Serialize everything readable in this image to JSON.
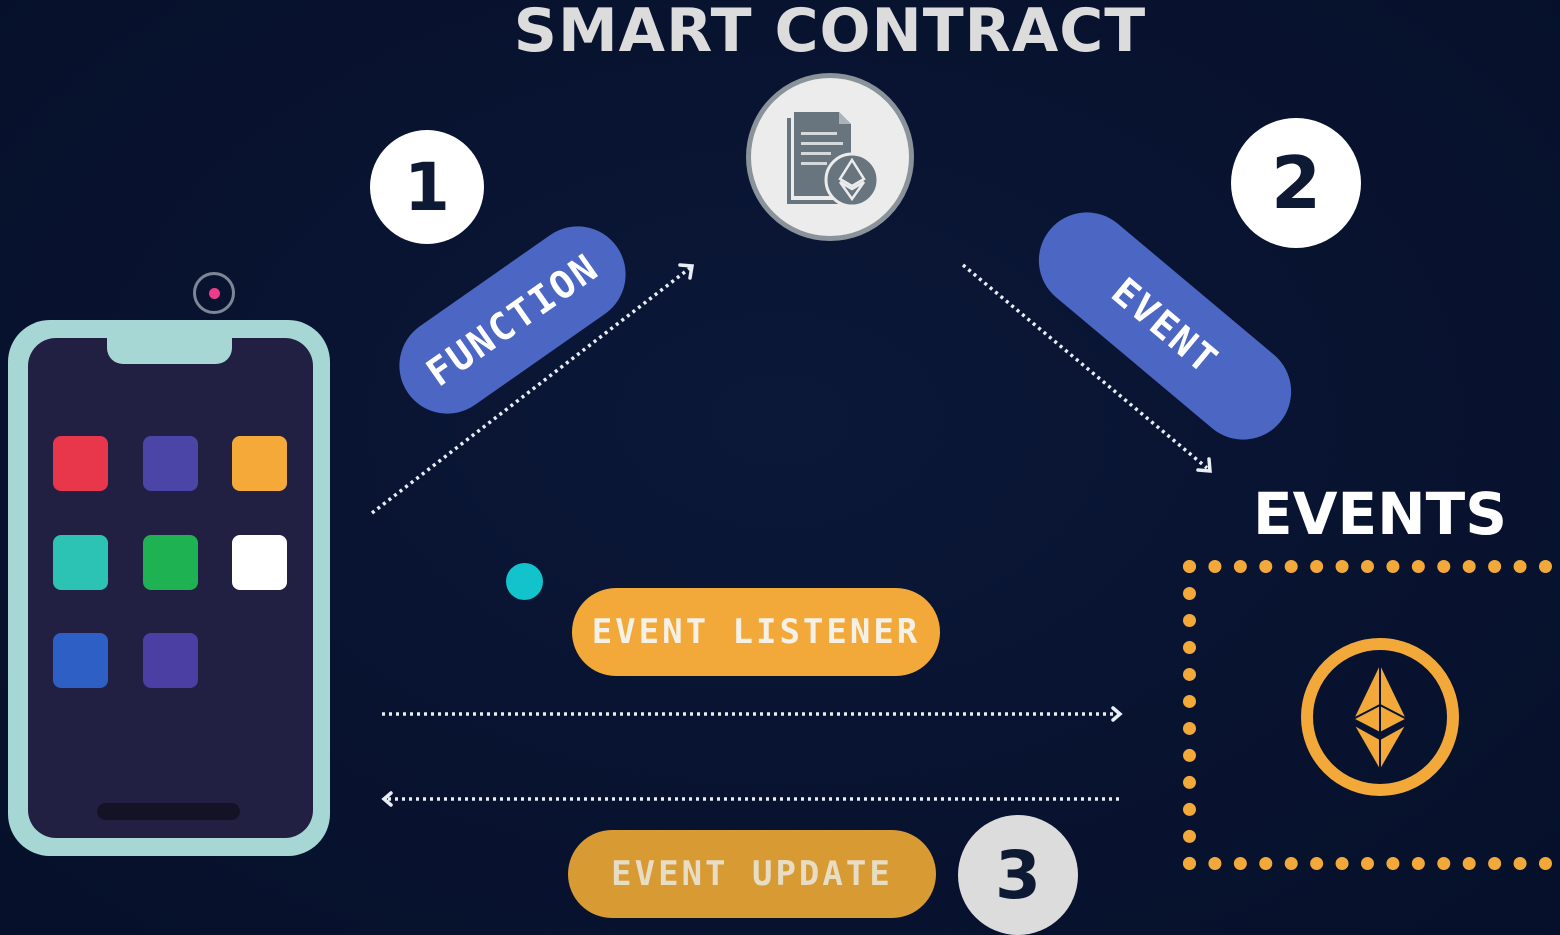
{
  "title": "SMART CONTRACT",
  "events_heading": "EVENTS",
  "steps": {
    "one": "1",
    "two": "2",
    "three": "3"
  },
  "labels": {
    "function": "FUNCTION",
    "event": "EVENT",
    "event_listener": "EVENT LISTENER",
    "event_update": "EVENT UPDATE"
  },
  "phone_apps": [
    {
      "color": "#e8364a"
    },
    {
      "color": "#4b45a8"
    },
    {
      "color": "#f5a938"
    },
    {
      "color": "#2cc3b4"
    },
    {
      "color": "#1fb252"
    },
    {
      "color": "#ffffff"
    },
    {
      "color": "#2e5fc4"
    },
    {
      "color": "#4b3fa3"
    }
  ],
  "colors": {
    "background": "#081330",
    "blue_pill": "#4b66c3",
    "orange": "#f2a93a",
    "phone_frame": "#a7d7d4",
    "cyan_dot": "#12c3cc"
  },
  "icons": [
    "document-ethereum-icon",
    "ethereum-icon",
    "cursor-icon"
  ]
}
